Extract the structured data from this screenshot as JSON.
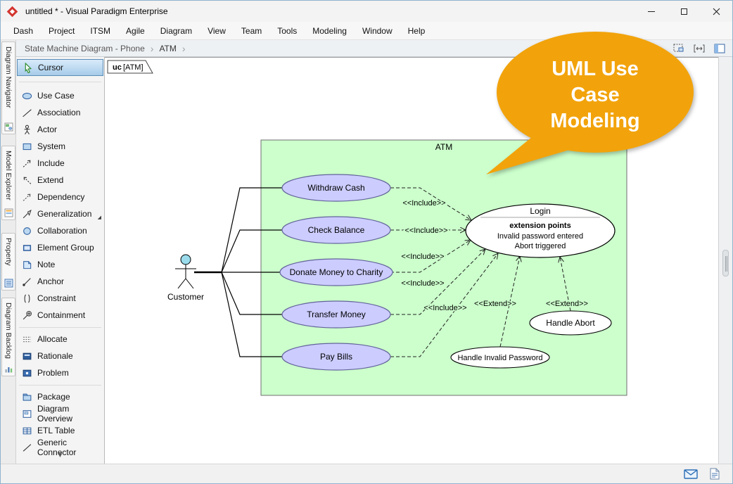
{
  "window": {
    "title": "untitled * - Visual Paradigm Enterprise"
  },
  "menu": {
    "items": [
      "Dash",
      "Project",
      "ITSM",
      "Agile",
      "Diagram",
      "View",
      "Team",
      "Tools",
      "Modeling",
      "Window",
      "Help"
    ]
  },
  "breadcrumb": {
    "items": [
      "State Machine Diagram - Phone",
      "ATM"
    ]
  },
  "side_tabs": {
    "items": [
      "Diagram Navigator",
      "Model Explorer",
      "Property",
      "Diagram Backlog"
    ]
  },
  "palette": {
    "items": [
      {
        "label": "Cursor",
        "icon": "cursor-icon",
        "selected": true
      },
      {
        "label": "Use Case",
        "icon": "use-case-icon"
      },
      {
        "label": "Association",
        "icon": "association-icon"
      },
      {
        "label": "Actor",
        "icon": "actor-icon"
      },
      {
        "label": "System",
        "icon": "system-icon"
      },
      {
        "label": "Include",
        "icon": "include-icon"
      },
      {
        "label": "Extend",
        "icon": "extend-icon"
      },
      {
        "label": "Dependency",
        "icon": "dependency-icon"
      },
      {
        "label": "Generalization",
        "icon": "generalization-icon"
      },
      {
        "label": "Collaboration",
        "icon": "collaboration-icon"
      },
      {
        "label": "Element Group",
        "icon": "element-group-icon"
      },
      {
        "label": "Note",
        "icon": "note-icon"
      },
      {
        "label": "Anchor",
        "icon": "anchor-icon"
      },
      {
        "label": "Constraint",
        "icon": "constraint-icon"
      },
      {
        "label": "Containment",
        "icon": "containment-icon"
      },
      {
        "label": "Allocate",
        "icon": "allocate-icon"
      },
      {
        "label": "Rationale",
        "icon": "rationale-icon"
      },
      {
        "label": "Problem",
        "icon": "problem-icon"
      },
      {
        "label": "Package",
        "icon": "package-icon"
      },
      {
        "label": "Diagram Overview",
        "icon": "diagram-overview-icon"
      },
      {
        "label": "ETL Table",
        "icon": "etl-table-icon"
      },
      {
        "label": "Generic Connector",
        "icon": "generic-connector-icon"
      }
    ]
  },
  "canvas": {
    "tab": {
      "prefix": "uc",
      "name": "[ATM]"
    }
  },
  "diagram": {
    "system_label": "ATM",
    "actor_label": "Customer",
    "use_cases": [
      "Withdraw Cash",
      "Check Balance",
      "Donate Money to Charity",
      "Transfer Money",
      "Pay Bills"
    ],
    "login": {
      "title": "Login",
      "extension_header": "extension points",
      "extension_point_1": "Invalid password entered",
      "extension_point_2": "Abort triggered"
    },
    "handle_abort": "Handle Abort",
    "handle_invalid_password": "Handle Invalid Password",
    "include_label": "<<Include>>",
    "extend_label": "<<Extend>>"
  },
  "callout": {
    "line1": "UML Use",
    "line2": "Case",
    "line3": "Modeling",
    "color": "#f2a30b"
  },
  "colors": {
    "system_fill": "#ccffcc",
    "usecase_fill": "#ccccff",
    "selected_tool": "#a6cbe9"
  },
  "icons": {
    "breadcrumb_separator": "›",
    "palette_more": "▼",
    "flyout_corner": "◢"
  }
}
